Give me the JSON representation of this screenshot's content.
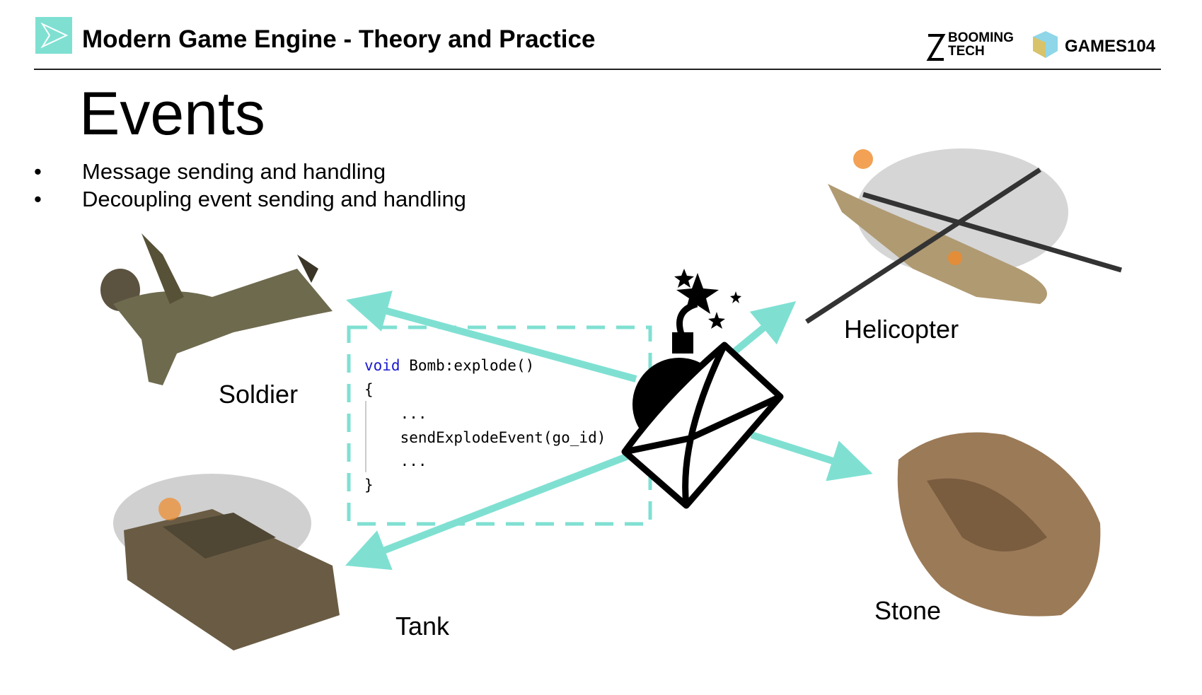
{
  "header": {
    "title": "Modern Game Engine - Theory and Practice",
    "brand_booming_line1": "BOOMING",
    "brand_booming_line2": "TECH",
    "brand_games": "GAMES104"
  },
  "slide": {
    "title": "Events",
    "bullets": [
      {
        "marker": "•",
        "text": "Message sending and handling"
      },
      {
        "marker": "•",
        "text": "Decoupling event sending and handling"
      }
    ],
    "code": {
      "keyword": "void",
      "signature": " Bomb:explode()",
      "lines": [
        "{",
        "    ...",
        "    sendExplodeEvent(go_id)",
        "    ...",
        "}"
      ]
    },
    "labels": {
      "soldier": "Soldier",
      "helicopter": "Helicopter",
      "tank": "Tank",
      "stone": "Stone"
    }
  },
  "colors": {
    "accent": "#7fe0d2",
    "keyword": "#1a1ad0"
  }
}
